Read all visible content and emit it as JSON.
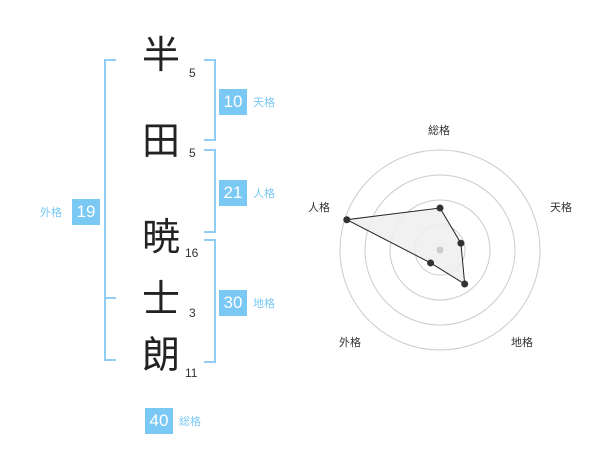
{
  "characters": [
    {
      "kanji": "半",
      "strokes": "5"
    },
    {
      "kanji": "田",
      "strokes": "5"
    },
    {
      "kanji": "暁",
      "strokes": "16"
    },
    {
      "kanji": "士",
      "strokes": "3"
    },
    {
      "kanji": "朗",
      "strokes": "11"
    }
  ],
  "fortunes": {
    "tenkaku": {
      "value": "10",
      "label": "天格"
    },
    "jinkaku": {
      "value": "21",
      "label": "人格"
    },
    "chikaku": {
      "value": "30",
      "label": "地格"
    },
    "gaikaku": {
      "value": "19",
      "label": "外格"
    },
    "soukaku": {
      "value": "40",
      "label": "総格"
    }
  },
  "radar": {
    "axis_labels": {
      "soukaku": "総格",
      "tenkaku": "天格",
      "chikaku": "地格",
      "gaikaku": "外格",
      "jinkaku": "人格"
    },
    "rings": 4,
    "scores": {
      "soukaku": 0.42,
      "tenkaku": 0.22,
      "chikaku": 0.42,
      "gaikaku": 0.16,
      "jinkaku": 0.98
    },
    "colors": {
      "ring": "#cccccc",
      "fill": "#eeeeee",
      "line": "#222222",
      "point": "#333333",
      "center": "#cccccc"
    }
  }
}
